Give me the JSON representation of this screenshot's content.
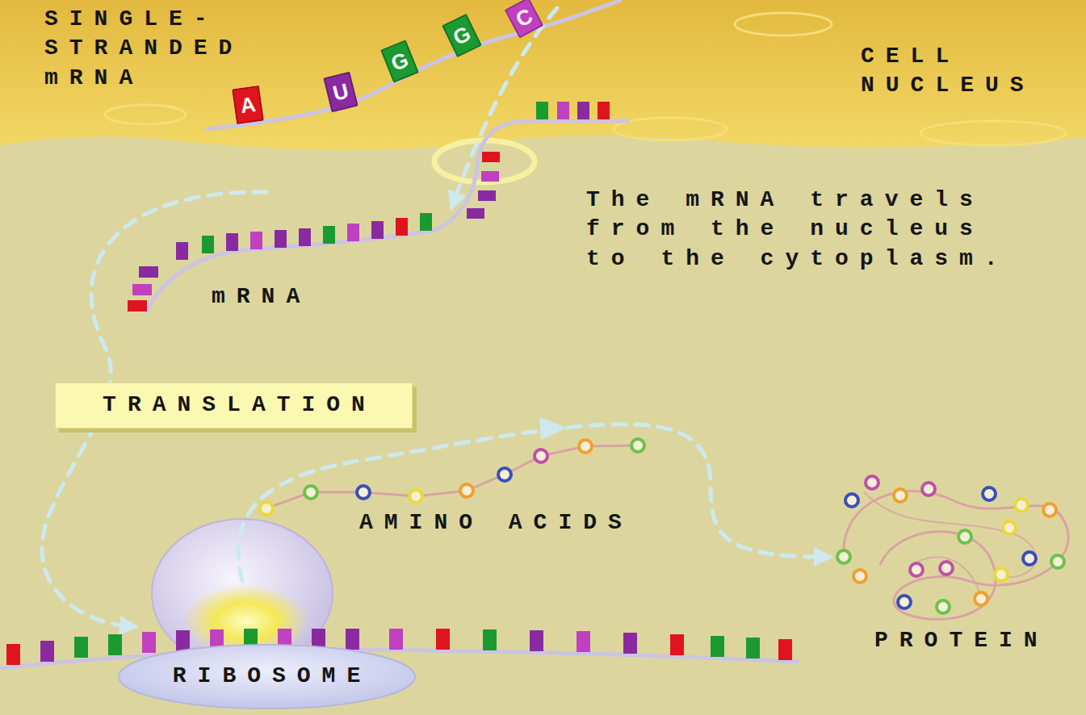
{
  "diagram": {
    "nodes": [
      {
        "text": [
          "A"
        ]
      },
      {
        "text": [
          "U"
        ]
      },
      {
        "text": [
          "G"
        ]
      },
      {
        "text": [
          "G"
        ]
      },
      {
        "text": [
          "C"
        ]
      },
      {
        "text": [
          "TRANSLATION"
        ]
      },
      {
        "text": [
          "RIBOSOME"
        ]
      }
    ],
    "labels": [
      "SINGLE- STRANDED mRNA",
      "CELL NUCLEUS",
      "The mRNA travels from the nucleus to the cytoplasm.",
      "mRNA",
      "AMINO ACIDS",
      "PROTEIN"
    ]
  }
}
